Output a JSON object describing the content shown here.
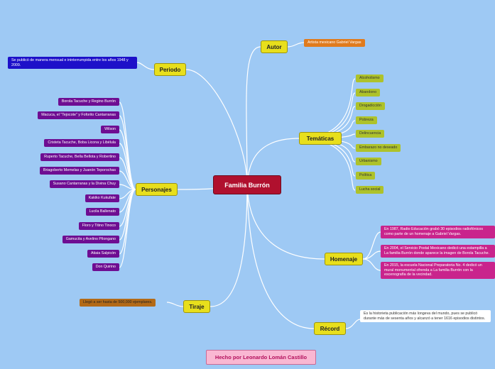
{
  "central": "Familia Burrón",
  "credit": "Hecho por Leonardo Lomán Castillo",
  "autor": {
    "label": "Autor",
    "items": [
      "Artista mexicano Gabriel Vargas"
    ]
  },
  "periodo": {
    "label": "Periodo",
    "items": [
      "Se publicó de manera mensual e ininterrumpida entre los años 1948 y 2009."
    ]
  },
  "personajes": {
    "label": "Personajes",
    "items": [
      "Borola Tacuche y Regino Burrón",
      "Macuca, el \"Tejocote\" y Foforito Cantarranas",
      "Wilson",
      "Cristeta Tacuche, Boba Licona y Libélula",
      "Ruperto Tacuche, Bella Bellota y Robertino",
      "Briagoberto Memelas y Juanón Teporochas",
      "Susano Cantarranas y la Divina Chuy",
      "Kakiko Kukufate",
      "Lucila Ballenato",
      "Floro y Titino Tinoco",
      "Gamucita y Avelino Pilongano",
      "Atiaia Salpicón",
      "Don Quirino"
    ]
  },
  "tiraje": {
    "label": "Tiraje",
    "items": [
      "Llegó a ser hasta de 500,000 ejemplares."
    ]
  },
  "tematicas": {
    "label": "Temáticas",
    "items": [
      "Alcoholismo",
      "Abandono",
      "Drogadicción",
      "Pobreza",
      "Delincuencia",
      "Embarazo no deseado",
      "Urbanismo",
      "Política",
      "Lucha social"
    ]
  },
  "homenaje": {
    "label": "Homenaje",
    "items": [
      "En 1987, Radio Educación grabó 30 episodios radiofónicos como parte de un homenaje a Gabriel Vargas.",
      "En 2004, el Servicio Postal Mexicano dedicó una estampilla a La familia Burrón donde aparece la imagen de Borola Tacuche.",
      "En 2015, la escuela Nacional Preparatoria No. 4 dedicó un mural monumental ofrenda a La familia Burrón con la escenografía de la vecindad."
    ]
  },
  "record": {
    "label": "Récord",
    "items": [
      "Es la historieta publicación más longeva del mundo, pues se publicó durante más de sesenta años y alcanzó a tener 1616 episodios distintos."
    ]
  },
  "colors": {
    "background": "#9ec9f4",
    "central": "#b0102e",
    "main": "#e8df1c",
    "personajes": "#6e0d92",
    "tematicas": "#aec22a",
    "homenaje": "#c9248c",
    "autor": "#e07b1d",
    "periodo": "#1d10c9",
    "tiraje": "#b36a17"
  }
}
